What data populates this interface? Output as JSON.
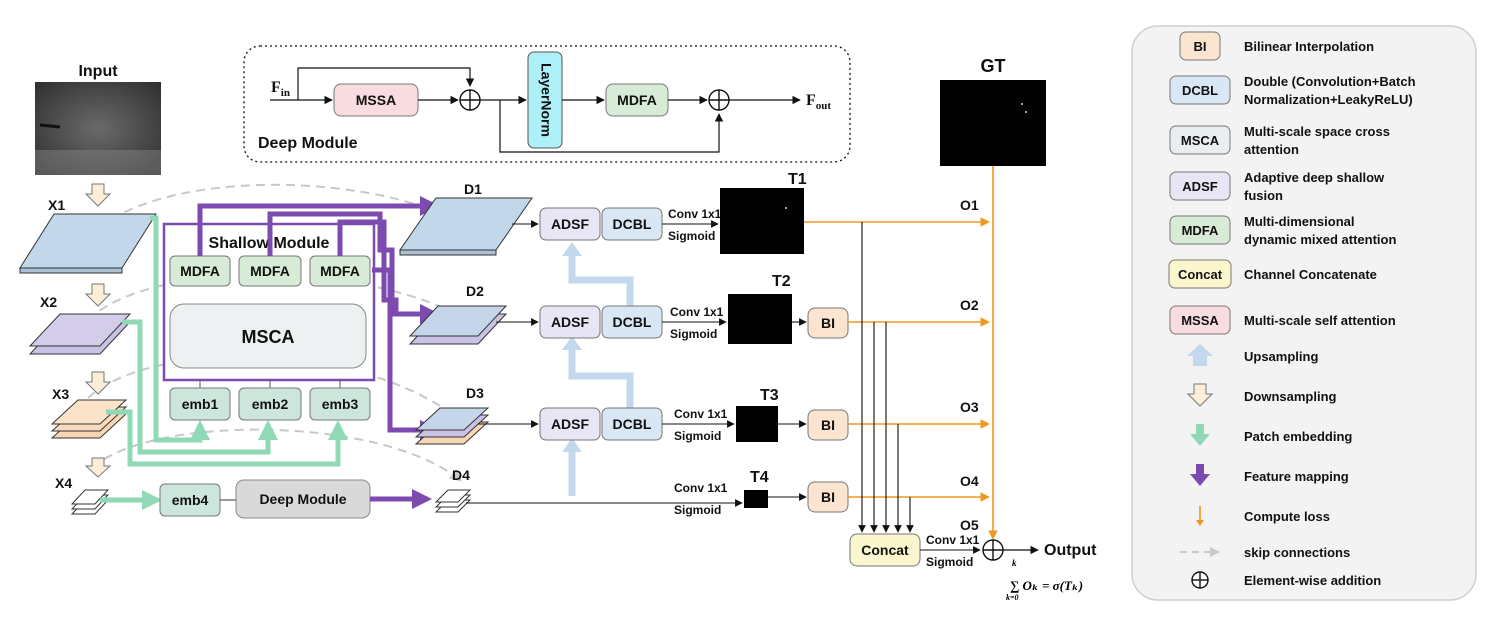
{
  "diagram": {
    "input_label": "Input",
    "gt_label": "GT",
    "output_label": "Output",
    "output_formula": "∑ Oₖ = σ(Tₖ)",
    "formula_top": "k",
    "formula_bottom": "k=0",
    "levels": [
      "X1",
      "X2",
      "X3",
      "X4"
    ],
    "decoders": [
      "D1",
      "D2",
      "D3",
      "D4"
    ],
    "targets": [
      "T1",
      "T2",
      "T3",
      "T4"
    ],
    "outputs": [
      "O1",
      "O2",
      "O3",
      "O4",
      "O5"
    ],
    "conv": "Conv 1x1",
    "sigmoid": "Sigmoid",
    "adsf": "ADSF",
    "dcbl": "DCBL",
    "bi": "BI",
    "concat": "Concat",
    "shallow_module": {
      "title": "Shallow Module",
      "mdfa": [
        "MDFA",
        "MDFA",
        "MDFA"
      ],
      "msca": "MSCA",
      "emb": [
        "emb1",
        "emb2",
        "emb3"
      ]
    },
    "emb4": "emb4",
    "deep_module_block": "Deep Module",
    "deep_module_detail": {
      "title": "Deep Module",
      "fin": "F",
      "fin_sub": "in",
      "fout": "F",
      "fout_sub": "out",
      "mssa": "MSSA",
      "layernorm": "LayerNorm",
      "mdfa": "MDFA"
    }
  },
  "legend": {
    "items": [
      {
        "symbol": "BI",
        "text": [
          "Bilinear Interpolation"
        ],
        "fill": "#fbe5d0"
      },
      {
        "symbol": "DCBL",
        "text": [
          "Double (Convolution+Batch",
          "Normalization+LeakyReLU)"
        ],
        "fill": "#d9e6f3"
      },
      {
        "symbol": "MSCA",
        "text": [
          "Multi-scale space cross",
          "attention"
        ],
        "fill": "#e9eef0"
      },
      {
        "symbol": "ADSF",
        "text": [
          "Adaptive deep shallow",
          "fusion"
        ],
        "fill": "#e8e5f4"
      },
      {
        "symbol": "MDFA",
        "text": [
          "Multi-dimensional",
          "dynamic mixed attention"
        ],
        "fill": "#d8ebd6"
      },
      {
        "symbol": "Concat",
        "text": [
          "Channel Concatenate"
        ],
        "fill": "#fcf6cf"
      },
      {
        "symbol": "MSSA",
        "text": [
          "Multi-scale self attention"
        ],
        "fill": "#f8dcdf"
      },
      {
        "symbol": "",
        "text": [
          "Upsampling"
        ]
      },
      {
        "symbol": "",
        "text": [
          "Downsampling"
        ]
      },
      {
        "symbol": "",
        "text": [
          "Patch embedding"
        ]
      },
      {
        "symbol": "",
        "text": [
          "Feature mapping"
        ]
      },
      {
        "symbol": "",
        "text": [
          "Compute loss"
        ]
      },
      {
        "symbol": "",
        "text": [
          "skip connections"
        ]
      },
      {
        "symbol": "",
        "text": [
          "Element-wise addition"
        ]
      }
    ]
  },
  "colors": {
    "purple": "#7d4bb0",
    "green": "#8fd9b6",
    "orange": "#f0981e",
    "upsample": "#c3d8ec",
    "dashed": "#c8c8c8"
  }
}
